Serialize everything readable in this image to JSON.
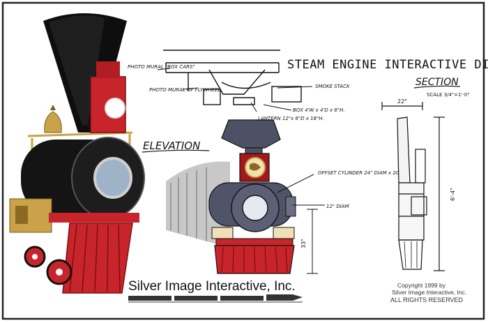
{
  "title": "STEAM ENGINE INTERACTIVE DISPLAY",
  "views": {
    "elevation": "ELEVATION",
    "section": "SECTION",
    "scale": "SCALE 3/4\"=1'-0\""
  },
  "annotations": {
    "photo_mural_box_cars": "PHOTO MURAL \"BOX CARS\"",
    "photo_mural_flywheel": "PHOTO MURAL OF FLYWHEEL",
    "smoke_stack": "SMOKE STACK",
    "box_dims": "BOX 4'W x 4'D x 6\"H.",
    "lantern": "LANTERN 12\"x 6\"D x 18\"H.",
    "offset_cylinder": "OFFSET CYLINDER 24\" DIAM x 20\"D.",
    "twelve_diam": "12\" DIAM",
    "dim_22": "22\"",
    "dim_33": "33\"",
    "dim_6_4": "6'-4\""
  },
  "footer": {
    "company": "Silver Image Interactive, Inc.",
    "copyright_line1": "Copyright 1999 by",
    "copyright_line2": "Silver Image Interactive, Inc.",
    "copyright_line3": "ALL RIGHTS RESERVED"
  },
  "colors": {
    "border": "#222222",
    "locomotive_red": "#c8242b",
    "boiler_black": "#141414",
    "brass": "#c9a24a",
    "slate_blue": "#4c5166",
    "sketch_gray": "#8a8a8a"
  }
}
